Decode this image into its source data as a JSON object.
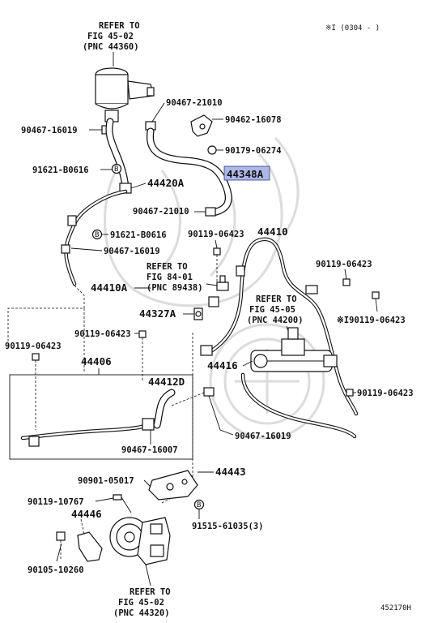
{
  "diagram": {
    "date_note": "※I (0304 -      )",
    "diagram_code": "452170H",
    "highlighted_part": "44348A",
    "refs": [
      {
        "line1": "REFER TO",
        "line2": "FIG 45-02",
        "line3": "(PNC 44360)"
      },
      {
        "line1": "REFER TO",
        "line2": "FIG 84-01",
        "line3": "(PNC 89438)"
      },
      {
        "line1": "REFER TO",
        "line2": "FIG 45-05",
        "line3": "(PNC 44200)"
      },
      {
        "line1": "REFER TO",
        "line2": "FIG 45-02",
        "line3": "(PNC 44320)"
      }
    ],
    "labels": {
      "p90467_21010_a": "90467-21010",
      "p90467_16019_a": "90467-16019",
      "p90462_16078": "90462-16078",
      "p90179_06274": "90179-06274",
      "p91621_B0616_a": "91621-B0616",
      "p44420A": "44420A",
      "p44348A": "44348A",
      "p90467_21010_b": "90467-21010",
      "p91621_B0616_b": "91621-B0616",
      "p90119_06423_a": "90119-06423",
      "p44410": "44410",
      "p90467_16019_b": "90467-16019",
      "p90119_06423_b": "90119-06423",
      "p44410A": "44410A",
      "p44327A": "44327A",
      "p90119_06423_c": "※I90119-06423",
      "p90119_06423_d": "90119-06423",
      "p90119_06423_e": "90119-06423",
      "p44406": "44406",
      "p44416": "44416",
      "p44412D": "44412D",
      "p90119_06423_f": "90119-06423",
      "p90467_16019_c": "90467-16019",
      "p90467_16007": "90467-16007",
      "p44443": "44443",
      "p90901_05017": "90901-05017",
      "p90119_10767": "90119-10767",
      "p44446": "44446",
      "p91515_61035": "91515-61035(3)",
      "p90105_10260": "90105-10260"
    },
    "callout_B": "B"
  }
}
